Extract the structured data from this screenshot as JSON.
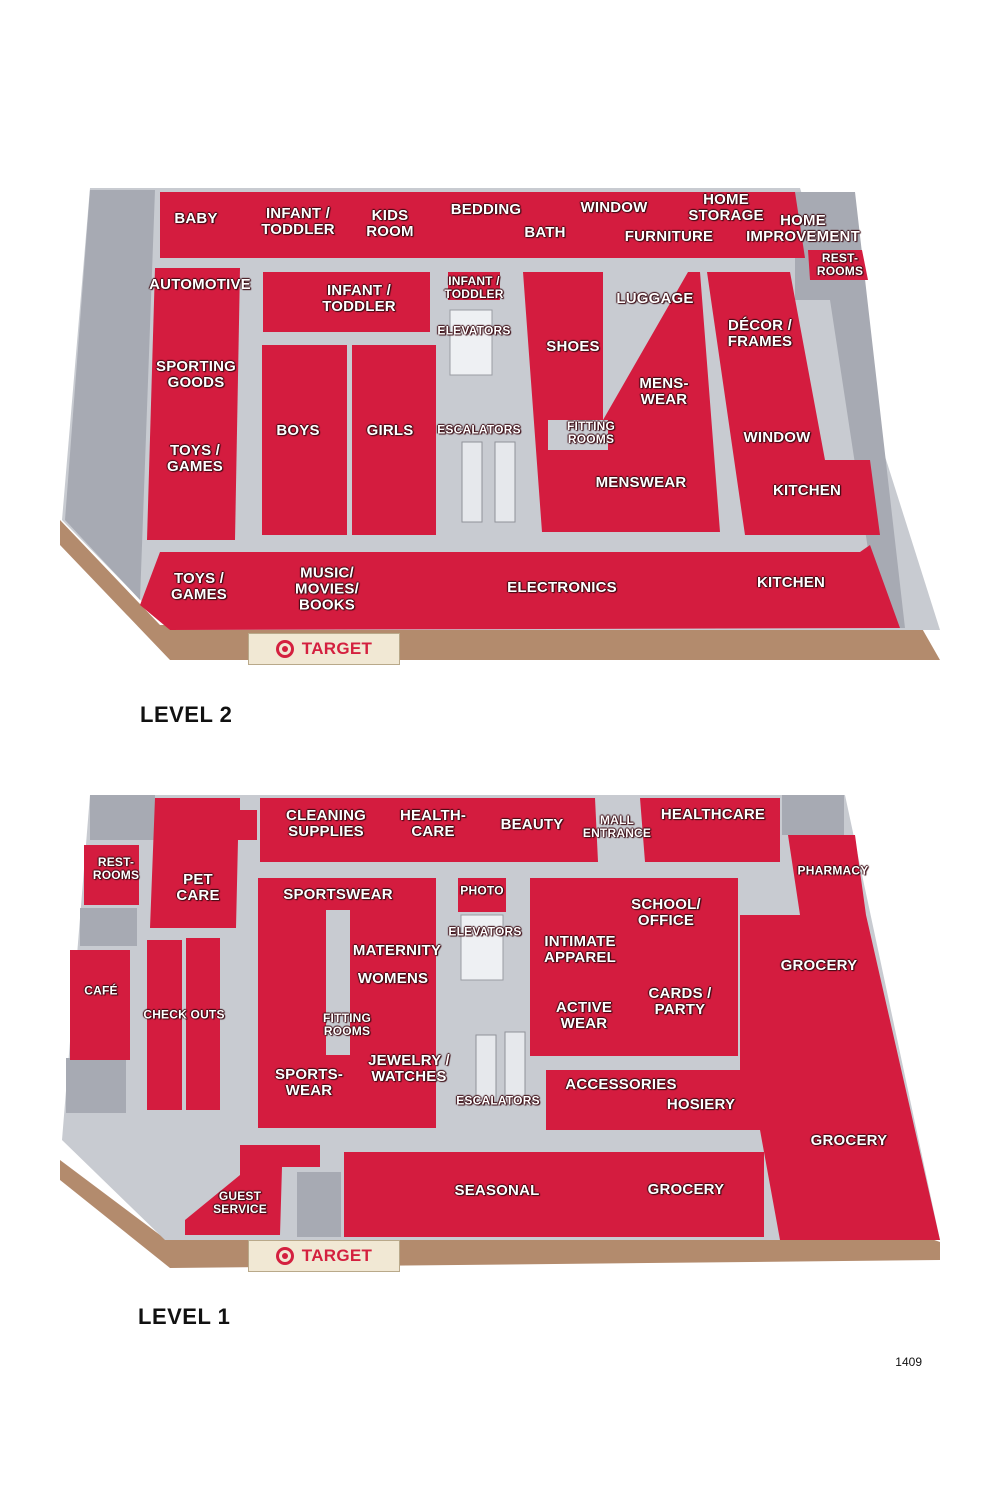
{
  "colors": {
    "department": "#d41c3f",
    "aisle": "#c8cbd1",
    "wall": "#b38b6d",
    "service": "#a7aab3"
  },
  "brand": "TARGET",
  "page_number": "1409",
  "level2": {
    "title": "LEVEL 2",
    "labels": {
      "baby": "BABY",
      "infant_toddler_top": "INFANT /\nTODDLER",
      "kids_room": "KIDS\nROOM",
      "bedding": "BEDDING",
      "bath": "BATH",
      "window_top": "WINDOW",
      "home_storage": "HOME\nSTORAGE",
      "furniture": "FURNITURE",
      "home_improvement": "HOME\nIMPROVEMENT",
      "restrooms": "REST-\nROOMS",
      "automotive": "AUTOMOTIVE",
      "infant_toddler_mid": "INFANT /\nTODDLER",
      "infant_toddler_small": "INFANT /\nTODDLER",
      "elevators": "ELEVATORS",
      "shoes": "SHOES",
      "luggage": "LUGGAGE",
      "decor_frames": "DÉCOR /\nFRAMES",
      "sporting_goods": "SPORTING\nGOODS",
      "menswear_split": "MENS-\nWEAR",
      "boys": "BOYS",
      "girls": "GIRLS",
      "escalators": "ESCALATORS",
      "fitting_rooms": "FITTING\nROOMS",
      "window_right": "WINDOW",
      "toys_games_left": "TOYS /\nGAMES",
      "menswear": "MENSWEAR",
      "kitchen_right": "KITCHEN",
      "toys_games_bottom": "TOYS /\nGAMES",
      "music_movies_books": "MUSIC/\nMOVIES/\nBOOKS",
      "electronics": "ELECTRONICS",
      "kitchen_bottom": "KITCHEN"
    }
  },
  "level1": {
    "title": "LEVEL 1",
    "labels": {
      "cleaning_supplies": "CLEANING\nSUPPLIES",
      "healthcare_split": "HEALTH-\nCARE",
      "beauty": "BEAUTY",
      "mall_entrance": "MALL\nENTRANCE",
      "healthcare": "HEALTHCARE",
      "restrooms": "REST-\nROOMS",
      "pet_care": "PET\nCARE",
      "pharmacy": "PHARMACY",
      "sportswear_top": "SPORTSWEAR",
      "photo": "PHOTO",
      "school_office": "SCHOOL/\nOFFICE",
      "elevators": "ELEVATORS",
      "maternity": "MATERNITY",
      "intimate_apparel": "INTIMATE\nAPPAREL",
      "grocery_right_top": "GROCERY",
      "womens": "WOMENS",
      "cafe": "CAFÉ",
      "check_outs": "CHECK OUTS",
      "cards_party": "CARDS /\nPARTY",
      "active_wear": "ACTIVE\nWEAR",
      "fitting_rooms": "FITTING\nROOMS",
      "jewelry_watches": "JEWELRY /\nWATCHES",
      "sportswear_bottom": "SPORTS-\nWEAR",
      "accessories": "ACCESSORIES",
      "hosiery": "HOSIERY",
      "escalators": "ESCALATORS",
      "grocery_right": "GROCERY",
      "guest_service": "GUEST\nSERVICE",
      "seasonal": "SEASONAL",
      "grocery_bottom": "GROCERY"
    }
  }
}
